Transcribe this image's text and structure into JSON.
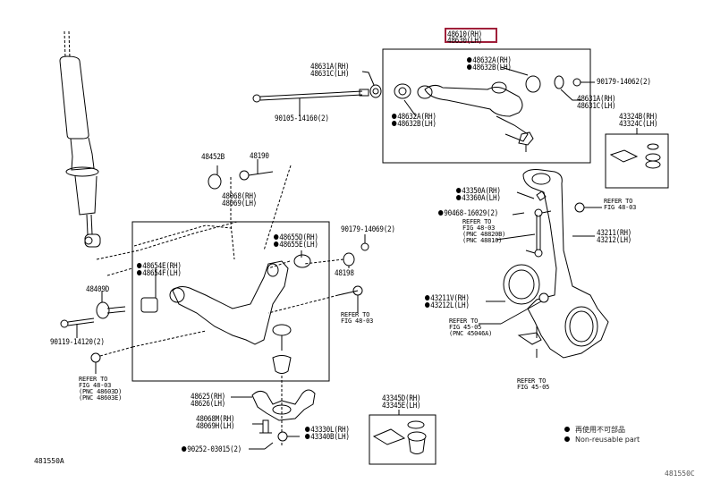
{
  "diagram": {
    "title_part": {
      "rh": "48610(RH)",
      "lh": "48630(LH)",
      "highlight_color": "#a0203a"
    },
    "labels": {
      "upper_arm_bushing_front": {
        "rh": "48632A(RH)",
        "lh": "48632B(LH)",
        "non_reusable": true
      },
      "upper_arm_bushing_rear": {
        "rh": "48632A(RH)",
        "lh": "48632B(LH)",
        "non_reusable": true
      },
      "cam_plate_left": {
        "rh": "48631A(RH)",
        "lh": "48631C(LH)"
      },
      "cam_plate_right": {
        "rh": "48631A(RH)",
        "lh": "48631C(LH)"
      },
      "upper_bolt": "90105-14160(2)",
      "upper_nut": "90179-14062(2)",
      "boot_kit_upper": {
        "rh": "43324B(RH)",
        "lh": "43324C(LH)"
      },
      "stopper": "48452B",
      "bolt_48190": "48190",
      "lower_arm": {
        "rh": "48068(RH)",
        "lh": "48069(LH)"
      },
      "lower_bushing_rear": {
        "rh": "48655D(RH)",
        "lh": "48655E(LH)",
        "non_reusable": true
      },
      "lower_nut": "90179-14069(2)",
      "washer_48198": "48198",
      "lower_bushing_front": {
        "rh": "48654E(RH)",
        "lh": "48654F(LH)",
        "non_reusable": true
      },
      "cam_bolt_set": "48409D",
      "lower_bolt": "90119-14120(2)",
      "dust_cover": {
        "rh": "43350A(RH)",
        "lh": "43360A(LH)",
        "non_reusable": true
      },
      "cotter_pin_upper": "90468-16029(2)",
      "knuckle": {
        "rh": "43211(RH)",
        "lh": "43212(LH)"
      },
      "oil_seal": {
        "rh": "43211V(RH)",
        "lh": "43212L(LH)",
        "non_reusable": true
      },
      "stabilizer_plate": {
        "rh": "48625(RH)",
        "lh": "48626(LH)"
      },
      "stabilizer_bolt": {
        "rh": "48068M(RH)",
        "lh": "48069H(LH)"
      },
      "ball_joint_nut": {
        "rh": "43330L(RH)",
        "lh": "43340B(LH)",
        "non_reusable": true
      },
      "cotter_pin_lower": "90252-03015(2)",
      "boot_kit_lower": {
        "rh": "43345D(RH)",
        "lh": "43345E(LH)"
      }
    },
    "references": {
      "fig4803_knuckle": [
        "REFER TO",
        "FIG 48-03"
      ],
      "fig4803_link": [
        "REFER TO",
        "FIG 48-03",
        "(PNC 48820B)",
        "(PNC 48810)"
      ],
      "fig4803_bolt": [
        "REFER TO",
        "FIG 48-03"
      ],
      "fig4803_left": [
        "REFER TO",
        "FIG 48-03",
        "(PNC 48603D)",
        "(PNC 48603E)"
      ],
      "fig4505_upper": [
        "REFER TO",
        "FIG 45-05",
        "(PNC 45046A)"
      ],
      "fig4505_lower": [
        "REFER TO",
        "FIG 45-05"
      ]
    },
    "legend": {
      "chinese": "再使用不可部品",
      "english": "Non-reusable part"
    },
    "illustration_code_left": "481550A",
    "illustration_code_right": "481550C"
  }
}
